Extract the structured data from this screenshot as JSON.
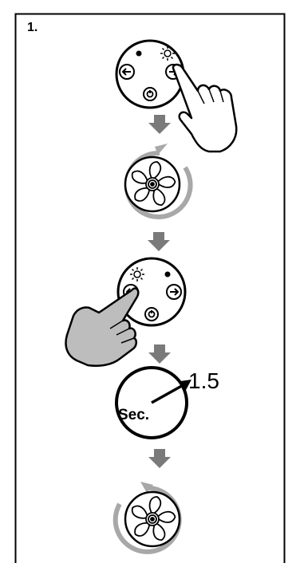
{
  "step": {
    "number": "1."
  },
  "timer": {
    "value": "1.5",
    "unit": "Sec."
  },
  "panel_1": {
    "left_indicator": "dot",
    "right_indicator": "sun",
    "pressed": "right-arrow"
  },
  "fan_1": {
    "rotation": "clockwise"
  },
  "panel_2": {
    "left_indicator": "sun",
    "right_indicator": "dot",
    "pressed": "left-arrow"
  },
  "fan_2": {
    "rotation": "counterclockwise"
  },
  "colors": {
    "line": "#000000",
    "arrow_gray": "#7a7a7a",
    "ring_gray": "#a8a8a8",
    "hand_fill": "#d9d9d9",
    "hand_fill_2": "#bdbdbd"
  }
}
